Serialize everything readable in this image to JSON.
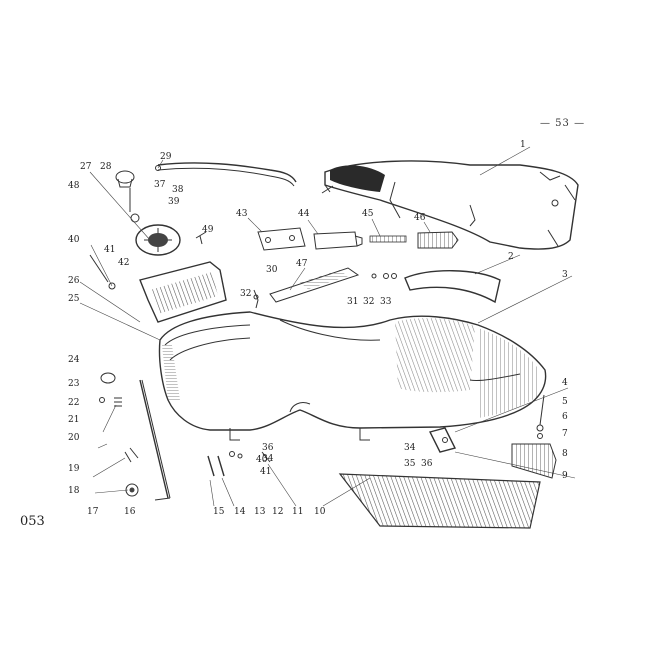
{
  "page_number": "— 53 —",
  "figure_number": "053",
  "callouts": [
    "1",
    "2",
    "3",
    "4",
    "5",
    "6",
    "7",
    "8",
    "9",
    "10",
    "11",
    "12",
    "13",
    "14",
    "15",
    "16",
    "17",
    "18",
    "19",
    "20",
    "21",
    "22",
    "23",
    "24",
    "25",
    "26",
    "27",
    "28",
    "29",
    "30",
    "31",
    "32",
    "32",
    "33",
    "34",
    "35",
    "36",
    "36",
    "37",
    "38",
    "39",
    "40",
    "41",
    "42",
    "43",
    "44",
    "45",
    "46",
    "47",
    "48",
    "49",
    "34",
    "40",
    "41"
  ]
}
